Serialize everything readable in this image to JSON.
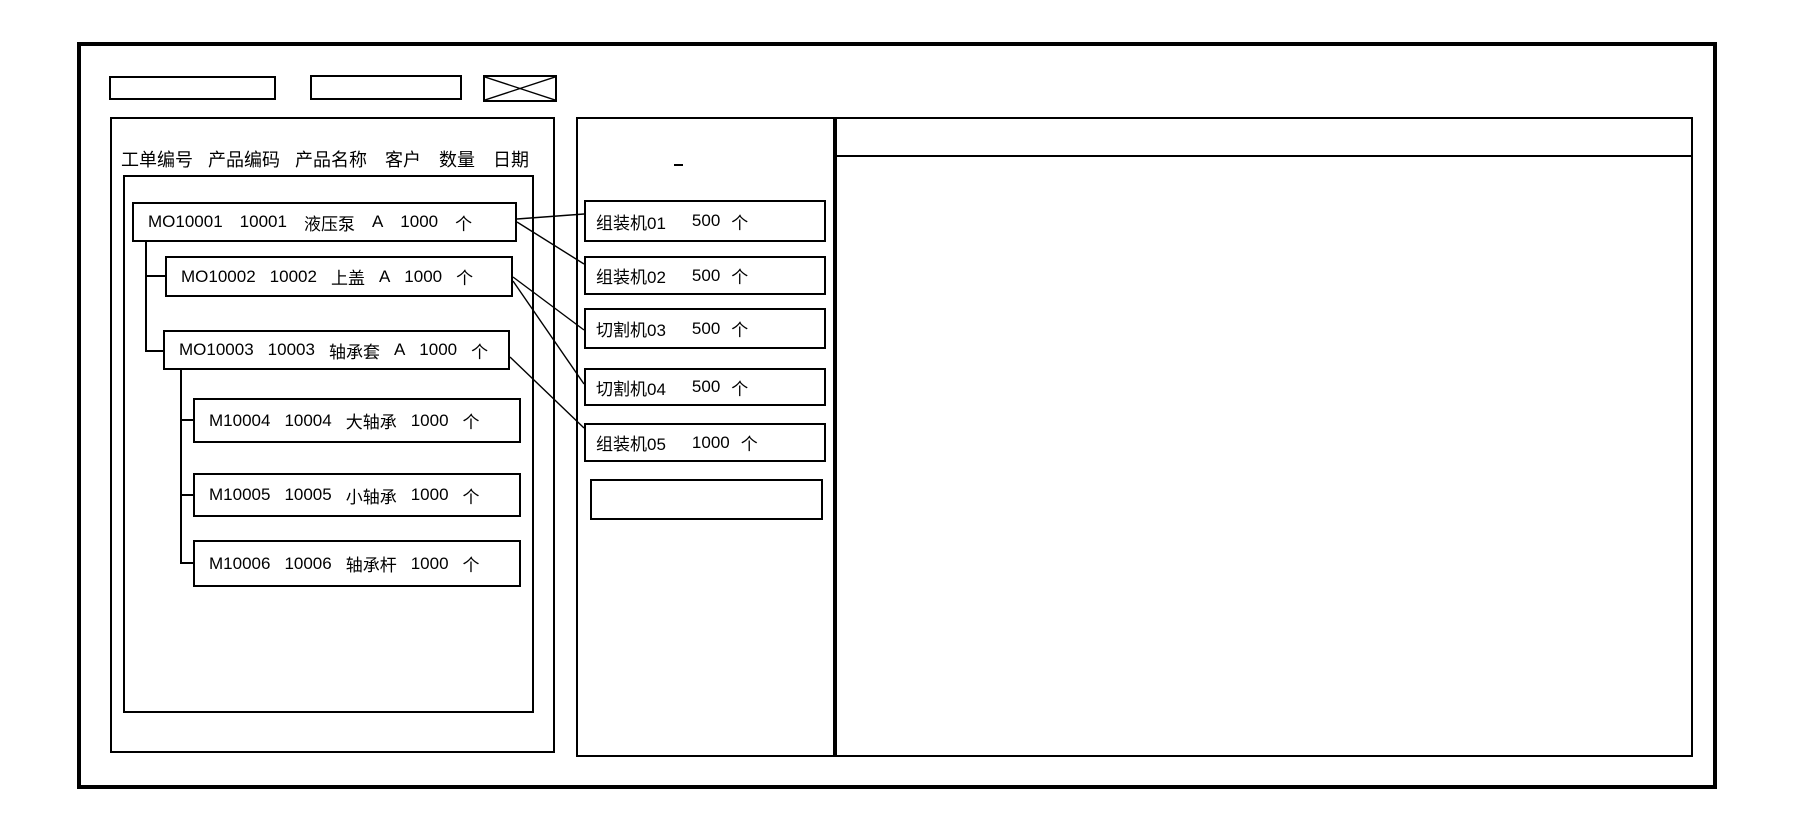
{
  "toolbar": {
    "field1_value": "",
    "field2_value": ""
  },
  "left_panel": {
    "columns": [
      "工单编号",
      "产品编码",
      "产品名称",
      "客户",
      "数量",
      "日期"
    ],
    "orders": [
      {
        "order_no": "MO10001",
        "product_code": "10001",
        "product_name": "液压泵",
        "customer": "A",
        "qty": "1000",
        "unit": "个"
      },
      {
        "order_no": "MO10002",
        "product_code": "10002",
        "product_name": "上盖",
        "customer": "A",
        "qty": "1000",
        "unit": "个"
      },
      {
        "order_no": "MO10003",
        "product_code": "10003",
        "product_name": "轴承套",
        "customer": "A",
        "qty": "1000",
        "unit": "个"
      },
      {
        "order_no": "M10004",
        "product_code": "10004",
        "product_name": "大轴承",
        "customer": "",
        "qty": "1000",
        "unit": "个"
      },
      {
        "order_no": "M10005",
        "product_code": "10005",
        "product_name": "小轴承",
        "customer": "",
        "qty": "1000",
        "unit": "个"
      },
      {
        "order_no": "M10006",
        "product_code": "10006",
        "product_name": "轴承杆",
        "customer": "",
        "qty": "1000",
        "unit": "个"
      }
    ]
  },
  "middle_panel": {
    "dash": "-",
    "machines": [
      {
        "name": "组装机01",
        "qty": "500",
        "unit": "个"
      },
      {
        "name": "组装机02",
        "qty": "500",
        "unit": "个"
      },
      {
        "name": "切割机03",
        "qty": "500",
        "unit": "个"
      },
      {
        "name": "切割机04",
        "qty": "500",
        "unit": "个"
      },
      {
        "name": "组装机05",
        "qty": "1000",
        "unit": "个"
      },
      {
        "name": "",
        "qty": "",
        "unit": ""
      }
    ]
  },
  "connections": [
    {
      "from": "MO10001",
      "to": "组装机01"
    },
    {
      "from": "MO10001",
      "to": "组装机02"
    },
    {
      "from": "MO10002",
      "to": "切割机03"
    },
    {
      "from": "MO10002",
      "to": "切割机04"
    },
    {
      "from": "MO10003",
      "to": "组装机05"
    }
  ],
  "colors": {
    "line": "#000000",
    "background": "#ffffff"
  }
}
